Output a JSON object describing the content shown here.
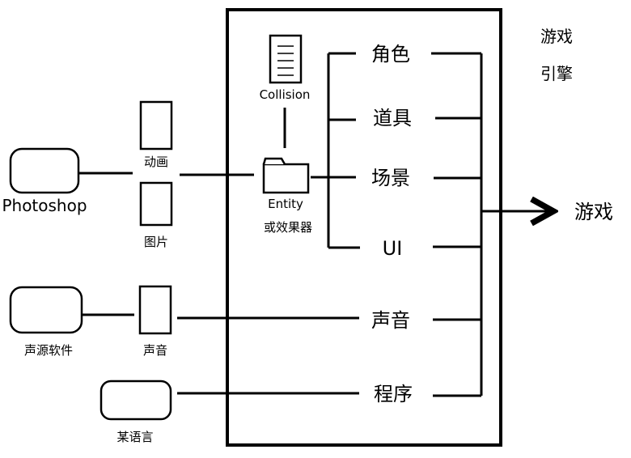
{
  "engine_label": [
    "游戏",
    "引擎"
  ],
  "sources": {
    "photoshop": "Photoshop",
    "audio_software": "声源软件",
    "language": "某语言"
  },
  "assets": {
    "animation": "动画",
    "image": "图片",
    "sound": "声音"
  },
  "inner": {
    "collision": "Collision",
    "entity": "Entity",
    "entity_sub": "或效果器"
  },
  "components": {
    "character": "角色",
    "prop": "道具",
    "scene": "场景",
    "ui": "UI",
    "sound": "声音",
    "program": "程序"
  },
  "output": "游戏"
}
